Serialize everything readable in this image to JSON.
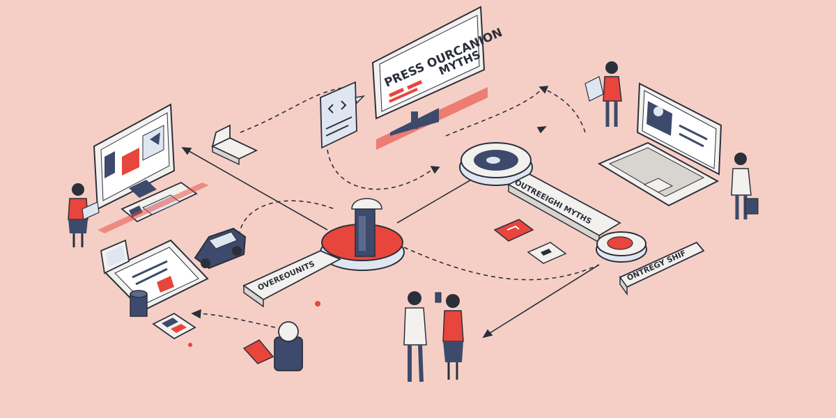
{
  "colors": {
    "background": "#f5cfc6",
    "accent_red": "#e8453c",
    "navy": "#3d4a6b",
    "outline": "#2b2f3a",
    "panel_light": "#f3f1ee",
    "screen_blue": "#dfe6f2"
  },
  "billboard": {
    "line1": "PRESS OURCANION",
    "line2": "MYTHS"
  },
  "labels": {
    "left_bar": "OVEREOUNITS",
    "middle_bar": "OUTREEIGHI MYTHS",
    "right_tag": "ONTREGY SHIF"
  },
  "icons": [
    "code-card-icon",
    "hub-cylinder-icon",
    "hub-disc-icon",
    "arrow-tile-icon",
    "car-icon",
    "desktop-monitor-icon",
    "laptop-icon",
    "profile-monitor-icon"
  ]
}
